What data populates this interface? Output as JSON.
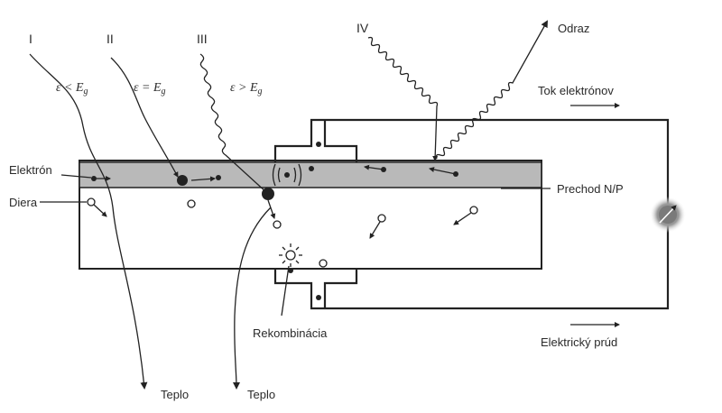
{
  "rays": {
    "r1": {
      "numeral": "I",
      "condition": "ε < E",
      "subscript": "g"
    },
    "r2": {
      "numeral": "II",
      "condition": "ε = E",
      "subscript": "g"
    },
    "r3": {
      "numeral": "III",
      "condition": "ε > E",
      "subscript": "g"
    },
    "r4": {
      "numeral": "IV"
    }
  },
  "labels": {
    "reflection": "Odraz",
    "electron_flow": "Tok elektrónov",
    "electron": "Elektrón",
    "hole": "Diera",
    "junction": "Prechod N/P",
    "recombination": "Rekombinácia",
    "current": "Elektrický prúd",
    "heat_1": "Teplo",
    "heat_2": "Teplo"
  },
  "colors": {
    "n_layer": "#b9b9b9",
    "line": "#222222",
    "meter_glow": "#8a8a8a"
  }
}
